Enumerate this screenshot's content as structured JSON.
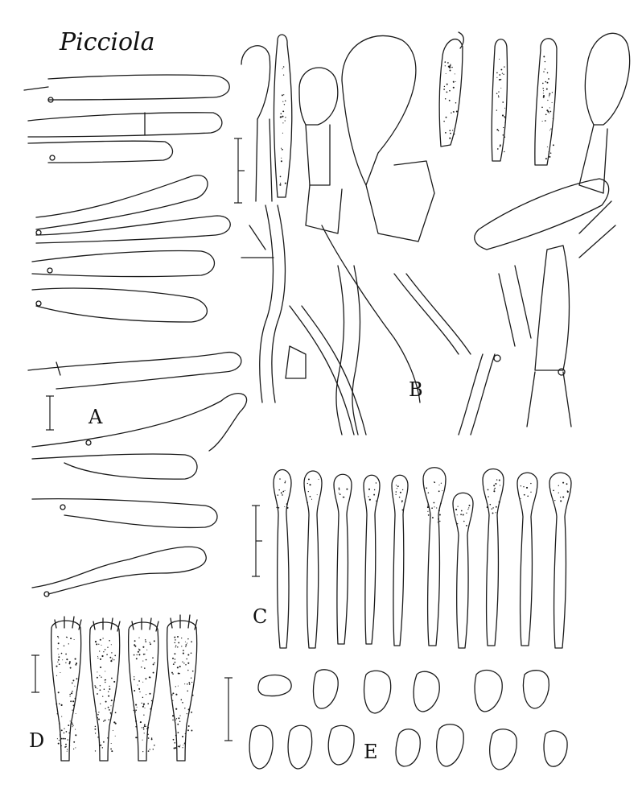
{
  "title": "Picciola",
  "panels": [
    {
      "label": "A",
      "content": "hyphae"
    },
    {
      "label": "B",
      "content": "tissue"
    },
    {
      "label": "C",
      "content": "cystidia"
    },
    {
      "label": "D",
      "content": "basidia"
    },
    {
      "label": "E",
      "content": "spores"
    }
  ],
  "colors": {
    "ink": "#1a1a1a",
    "paper": "#ffffff"
  }
}
